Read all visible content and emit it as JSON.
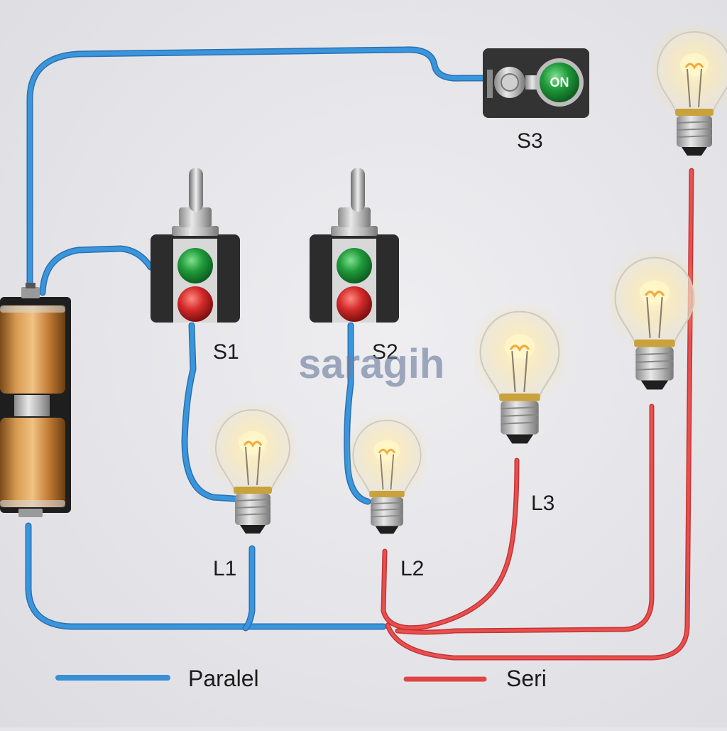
{
  "components": {
    "switch_s1": {
      "label": "S1"
    },
    "switch_s2": {
      "label": "S2"
    },
    "switch_s3": {
      "label": "S3",
      "button_text": "ON"
    },
    "lamp_l1": {
      "label": "L1"
    },
    "lamp_l2": {
      "label": "L2"
    },
    "lamp_l3": {
      "label": "L3"
    }
  },
  "watermark": "saragih",
  "legend": {
    "parallel": {
      "label": "Paralel",
      "color": "#3a8fd6"
    },
    "series": {
      "label": "Seri",
      "color": "#e04444"
    }
  },
  "colors": {
    "wire_blue": "#3a8fd6",
    "wire_red": "#e04444",
    "battery_copper": "#c57a2e",
    "switch_body": "#2c2c2c",
    "indicator_green": "#1f9a3a",
    "indicator_red": "#d42a2a"
  }
}
